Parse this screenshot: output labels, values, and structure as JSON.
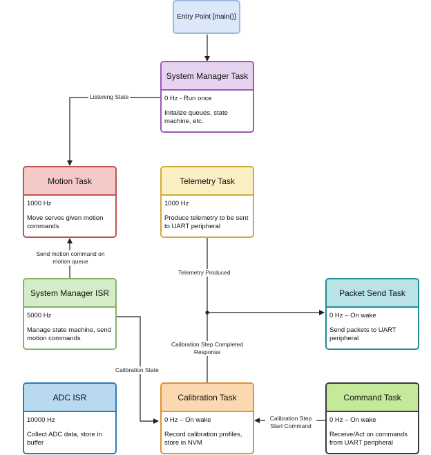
{
  "entry": {
    "label": "Entry Point [main()]"
  },
  "nodes": {
    "system_manager_task": {
      "title": "System Manager Task",
      "rate": "0 Hz -  Run once",
      "desc": "Initalize queues, state machine, etc.",
      "accent": "#9b59b6",
      "fill": "#e6d3f0"
    },
    "motion_task": {
      "title": "Motion Task",
      "rate": "1000 Hz",
      "desc": "Move servos given motion commands",
      "accent": "#c0504d",
      "fill": "#f6c9c9"
    },
    "telemetry_task": {
      "title": "Telemetry Task",
      "rate": "1000 Hz",
      "desc": "Produce telemetry to be sent to UART peripheral",
      "accent": "#d4a93a",
      "fill": "#fbefc4"
    },
    "system_manager_isr": {
      "title": "System Manager ISR",
      "rate": "5000 Hz",
      "desc": "Manage state machine, send motion commands",
      "accent": "#82b366",
      "fill": "#d5ecc8"
    },
    "packet_send_task": {
      "title": "Packet Send Task",
      "rate": "0 Hz – On wake",
      "desc": "Send packets to UART peripheral",
      "accent": "#1f8a93",
      "fill": "#b9e3e7"
    },
    "adc_isr": {
      "title": "ADC ISR",
      "rate": "10000 Hz",
      "desc": "Collect ADC data, store in buffer",
      "accent": "#2b7bb9",
      "fill": "#b8d9f0"
    },
    "calibration_task": {
      "title": "Calibration Task",
      "rate": "0 Hz – On wake",
      "desc": "Record calibration profiles, store in NVM",
      "accent": "#e0913a",
      "fill": "#fbd9b0"
    },
    "command_task": {
      "title": "Command Task",
      "rate": "0 Hz – On wake",
      "desc": "Receive/Act on commands from UART peripheral",
      "accent": "#3a3a3a",
      "fill": "#c6e89a"
    }
  },
  "edges": {
    "listening_state": "Listening State",
    "send_motion_command": "Send motion command on motion queue",
    "telemetry_produced": "Telemetry Produced",
    "calibration_step_completed": "Calibration Step Completed Response",
    "calibration_state": "Calibration State",
    "calibration_step_start": "Calibration Step Start Command"
  },
  "colors": {
    "line": "#222222",
    "entry_fill": "#dbe7fb",
    "entry_border": "#9fb6e0"
  }
}
